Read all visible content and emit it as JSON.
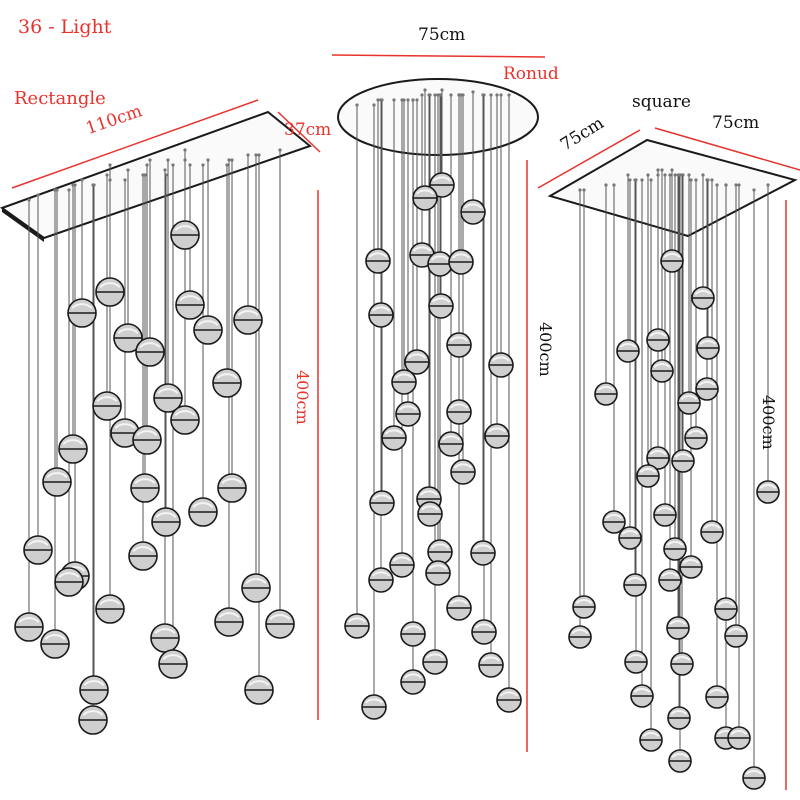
{
  "title": "36 - Light",
  "colors": {
    "annotation": "#e8332d",
    "line": "#1a1a1a",
    "cord": "#555555",
    "ball": "#cfcfcf"
  },
  "rectangle": {
    "name": "Rectangle",
    "length": "110cm",
    "width": "37cm",
    "height": "400cm"
  },
  "round": {
    "name": "Ronud",
    "diameter": "75cm",
    "height": "400cm"
  },
  "square": {
    "name": "square",
    "side_a": "75cm",
    "side_b": "75cm",
    "height": "400cm"
  }
}
